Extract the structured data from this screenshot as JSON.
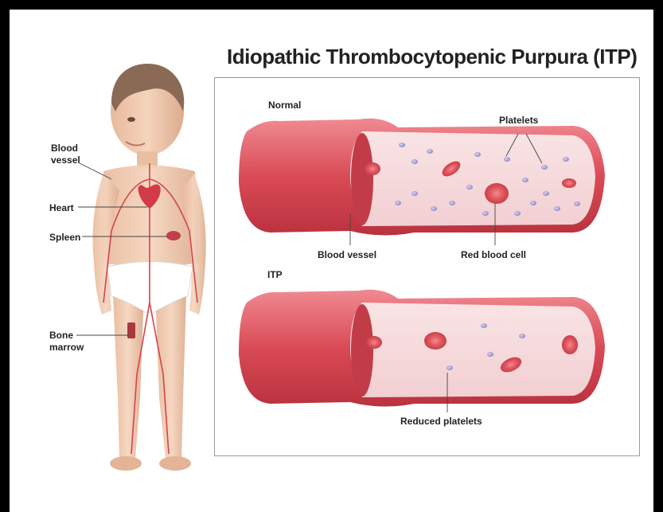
{
  "title": "Idiopathic Thrombocytopenic Purpura (ITP)",
  "body_labels": {
    "blood_vessel_line1": "Blood",
    "blood_vessel_line2": "vessel",
    "heart": "Heart",
    "spleen": "Spleen",
    "bone_marrow_line1": "Bone",
    "bone_marrow_line2": "marrow"
  },
  "normal_panel": {
    "heading": "Normal",
    "platelets": "Platelets",
    "blood_vessel": "Blood vessel",
    "red_blood_cell": "Red blood cell"
  },
  "itp_panel": {
    "heading": "ITP",
    "reduced_platelets": "Reduced platelets"
  },
  "colors": {
    "vessel_wall": "#d9535e",
    "vessel_inner": "#f6d8da",
    "red_cell": "#e0525a",
    "platelet": "#a9a4d6",
    "skin": "#efc9ad"
  }
}
